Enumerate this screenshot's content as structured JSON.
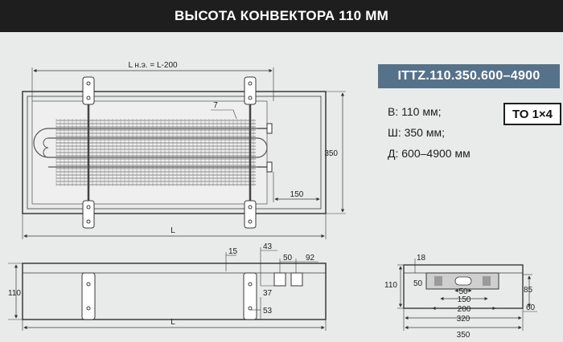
{
  "header": {
    "title": "ВЫСОТА КОНВЕКТОРА 110 ММ"
  },
  "model": {
    "code": "ITTZ.110.350.600–4900"
  },
  "badge": {
    "label": "ТО 1×4"
  },
  "specs": {
    "height": "В: 110 мм;",
    "width": "Ш: 350 мм;",
    "length": "Д: 600–4900 мм"
  },
  "drawing": {
    "top_view": {
      "dim_lhe": "L н.э. = L-200",
      "dim_L": "L",
      "dim_350": "350",
      "dim_150": "150",
      "callout_7": "7"
    },
    "side_view": {
      "dim_110": "110",
      "dim_15": "15",
      "dim_43": "43",
      "dim_50": "50",
      "dim_92": "92",
      "dim_37": "37",
      "dim_53": "53",
      "dim_L": "L"
    },
    "section_view": {
      "dim_18": "18",
      "dim_110": "110",
      "dim_50_left": "50",
      "dim_85": "85",
      "dim_50": "50",
      "dim_150": "150",
      "dim_200": "200",
      "dim_60": "60",
      "dim_320": "320",
      "dim_350": "350"
    }
  },
  "colors": {
    "header_bg": "#1e1e1e",
    "model_bg": "#56728a",
    "line": "#3a3a3a",
    "fin": "#8a8a8a"
  }
}
